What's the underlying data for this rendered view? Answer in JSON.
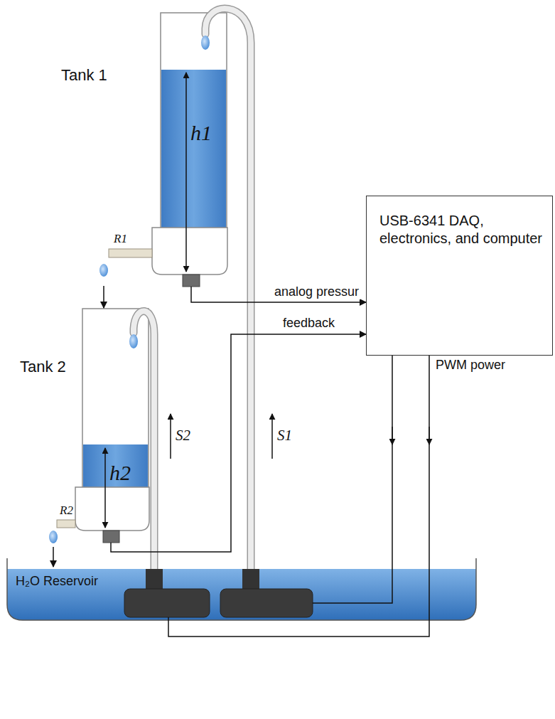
{
  "diagram": {
    "nodes": [
      {
        "text": [
          "Tank 1",
          "h1"
        ]
      },
      {
        "text": [
          "Tank 2",
          "h2"
        ]
      },
      {
        "text": [
          "H₂O Reservoir"
        ]
      },
      {
        "text": [
          "USB-6341 DAQ, electronics, and computer"
        ]
      }
    ],
    "edges": [
      {
        "from": 0,
        "to": 3,
        "label": "analog pressur",
        "arrow": "to"
      },
      {
        "from": 1,
        "to": 3,
        "label": "feedback",
        "arrow": "to"
      },
      {
        "from": 0,
        "to": 1,
        "arrow": "to"
      },
      {
        "from": 1,
        "to": 2,
        "arrow": "to"
      }
    ],
    "labels": [
      "R1",
      "R2",
      "S1",
      "S2",
      "PWM power"
    ]
  }
}
